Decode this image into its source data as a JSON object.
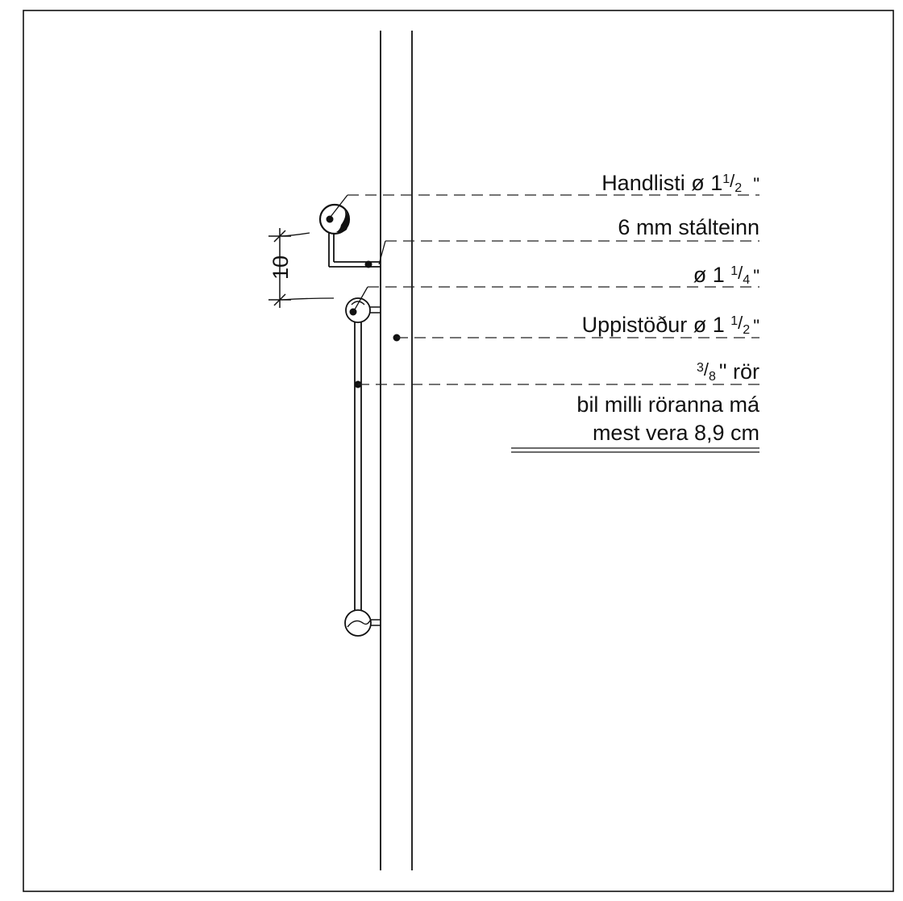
{
  "labels": {
    "handrail": {
      "prefix": "Handlisti  ø  1",
      "frac_num": "1",
      "frac_den": "2",
      "suffix": "\""
    },
    "steel_rod": {
      "text": "6 mm  stálteinn"
    },
    "pipe_small": {
      "prefix": "ø 1 ",
      "frac_num": "1",
      "frac_den": "4",
      "suffix": "\""
    },
    "post": {
      "prefix": "Uppistöður  ø 1 ",
      "frac_num": "1",
      "frac_den": "2",
      "suffix": "\""
    },
    "pipe_tube": {
      "frac_num": "3",
      "frac_den": "8",
      "suffix": "\"  rör"
    },
    "note_line1": "bil milli röranna má",
    "note_line2": "mest vera  8,9 cm"
  },
  "dimension": {
    "value": "10"
  }
}
